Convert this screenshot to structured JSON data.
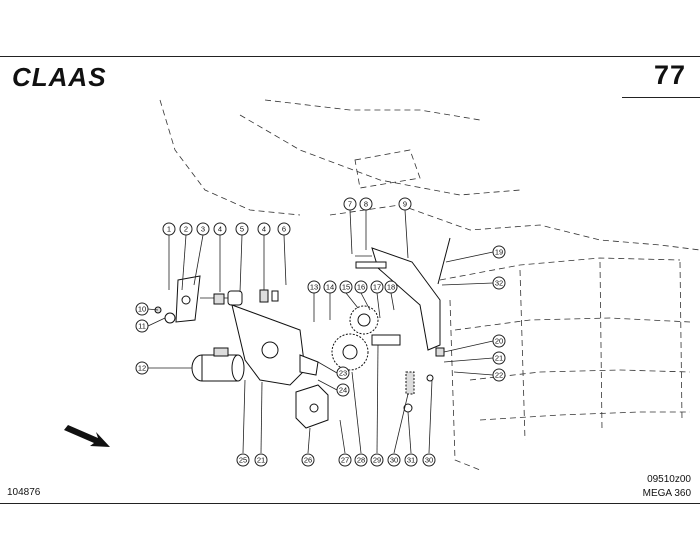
{
  "header": {
    "brand": "CLAAS",
    "page_number": "77"
  },
  "footer": {
    "drawing_number": "104876",
    "figure_code": "09510z00",
    "model": "MEGA 360"
  },
  "callouts": [
    "1",
    "2",
    "3",
    "4",
    "5",
    "4",
    "6",
    "7",
    "8",
    "9",
    "19",
    "32",
    "10",
    "11",
    "12",
    "13",
    "14",
    "15",
    "16",
    "17",
    "18",
    "20",
    "21",
    "22",
    "23",
    "24",
    "25",
    "21",
    "26",
    "27",
    "28",
    "29",
    "30",
    "31",
    "30"
  ]
}
